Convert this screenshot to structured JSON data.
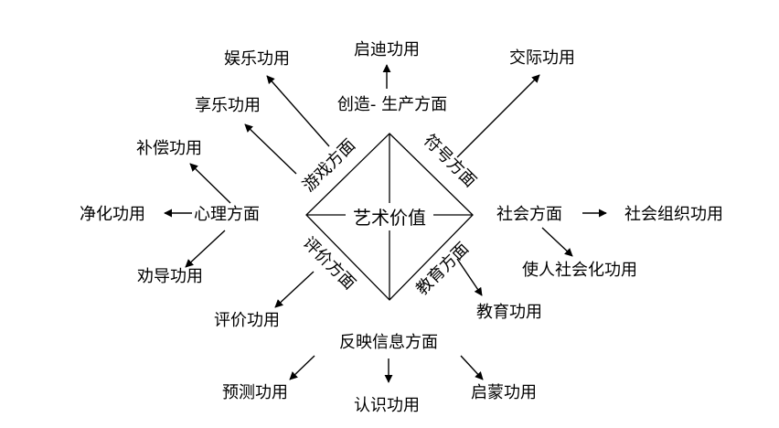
{
  "center": {
    "label": "艺术价值"
  },
  "aspects": {
    "creation": "创造- 生产方面",
    "game": "游戏方面",
    "symbol": "符号方面",
    "psychology": "心理方面",
    "social": "社会方面",
    "evaluation": "评价方面",
    "education": "教育方面",
    "reflection": "反映信息方面"
  },
  "functions": {
    "enlightenment": "启迪功用",
    "entertainment": "娱乐功用",
    "communication": "交际功用",
    "enjoyment": "享乐功用",
    "compensation": "补偿功用",
    "purification": "净化功用",
    "persuasion": "劝导功用",
    "social_organization": "社会组织功用",
    "socialization": "使人社会化功用",
    "evaluation": "评价功用",
    "education": "教育功用",
    "prediction": "预测功用",
    "cognition": "认识功用",
    "enlightening": "启蒙功用"
  }
}
